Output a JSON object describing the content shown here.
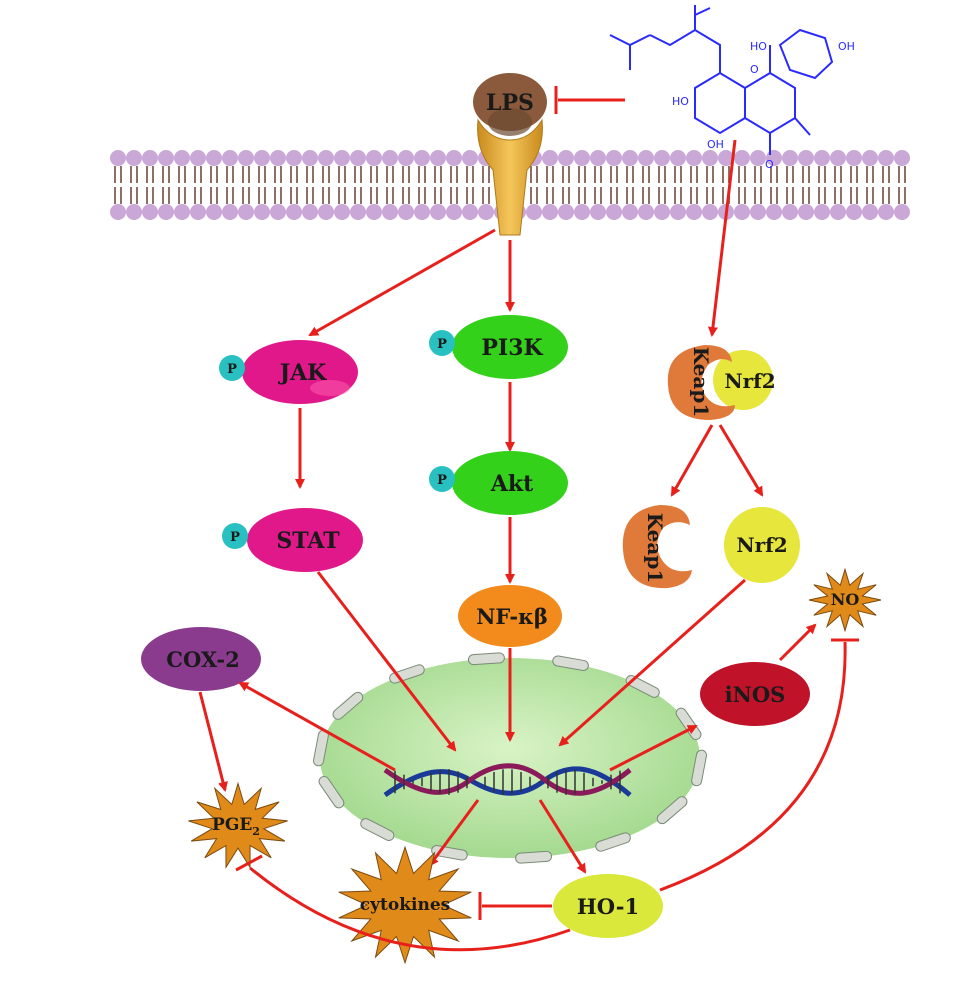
{
  "colors": {
    "arrow": "#e8201c",
    "membrane_head": "#c9a7d6",
    "membrane_tail": "#8e6f66",
    "receptor": "#e0a93a",
    "lps": "#8b5a3c",
    "jak_stat": "#e0188a",
    "pi3k_akt": "#33d11a",
    "nfkb": "#f28b1c",
    "keap1": "#e07a3a",
    "nrf2": "#e6e63c",
    "cox2": "#8a3b8e",
    "inos": "#c0132a",
    "burst": "#e08a1a",
    "nucleus": "#bfe8a8",
    "ho1": "#d9e83a",
    "phospho": "#28c0c0",
    "chem": "#2a2aff"
  },
  "labels": {
    "lps": "LPS",
    "jak": "JAK",
    "stat": "STAT",
    "pi3k": "PI3K",
    "akt": "Akt",
    "nfkb": "NF-κβ",
    "keap1_bound": "Keap1",
    "nrf2_bound": "Nrf2",
    "keap1_free": "Keap1",
    "nrf2_free": "Nrf2",
    "cox2": "COX-2",
    "inos": "iNOS",
    "no": "NO",
    "pge2": "PGE",
    "pge2_sub": "2",
    "cytokines": "cytokines",
    "ho1": "HO-1",
    "phospho": "P"
  },
  "chem_labels": {
    "oh_top_left": "HO",
    "oh_top_right": "OH",
    "oh_left": "HO",
    "oh_bottom": "OH",
    "ketone": "O",
    "ring_o": "O"
  }
}
